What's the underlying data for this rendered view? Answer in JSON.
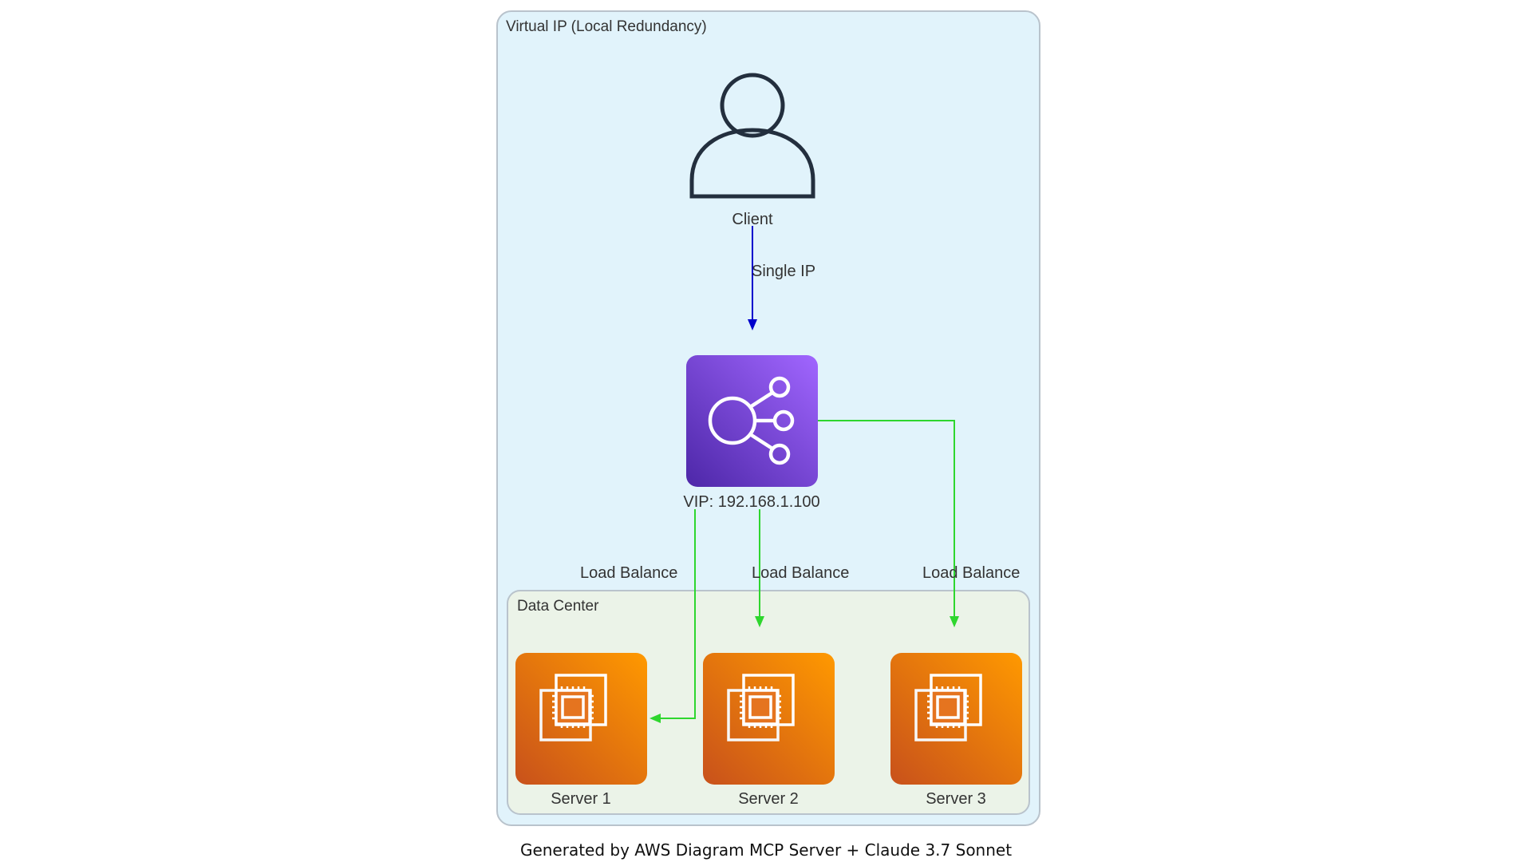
{
  "outer_cluster": {
    "label": "Virtual IP (Local Redundancy)",
    "fill": "#e1f3fb",
    "stroke": "#b9c3cc"
  },
  "inner_cluster": {
    "label": "Data Center",
    "fill": "#ebf3e8",
    "stroke": "#b9c3cc"
  },
  "nodes": {
    "client": {
      "label": "Client",
      "icon": "user-icon"
    },
    "vip": {
      "label": "VIP: 192.168.1.100",
      "icon": "elastic-load-balancing-icon",
      "color": "#7c3fe0"
    },
    "server1": {
      "label": "Server 1",
      "icon": "ec2-instance-icon",
      "color": "#e8721d"
    },
    "server2": {
      "label": "Server 2",
      "icon": "ec2-instance-icon",
      "color": "#e8721d"
    },
    "server3": {
      "label": "Server 3",
      "icon": "ec2-instance-icon",
      "color": "#e8721d"
    }
  },
  "edges": {
    "client_to_vip": {
      "label": "Single IP",
      "color": "#0000cc"
    },
    "vip_to_server1": {
      "label": "Load Balance",
      "color": "#2ed62e"
    },
    "vip_to_server2": {
      "label": "Load Balance",
      "color": "#2ed62e"
    },
    "vip_to_server3": {
      "label": "Load Balance",
      "color": "#2ed62e"
    }
  },
  "footer": {
    "caption": "Generated by AWS Diagram MCP Server + Claude 3.7 Sonnet"
  }
}
